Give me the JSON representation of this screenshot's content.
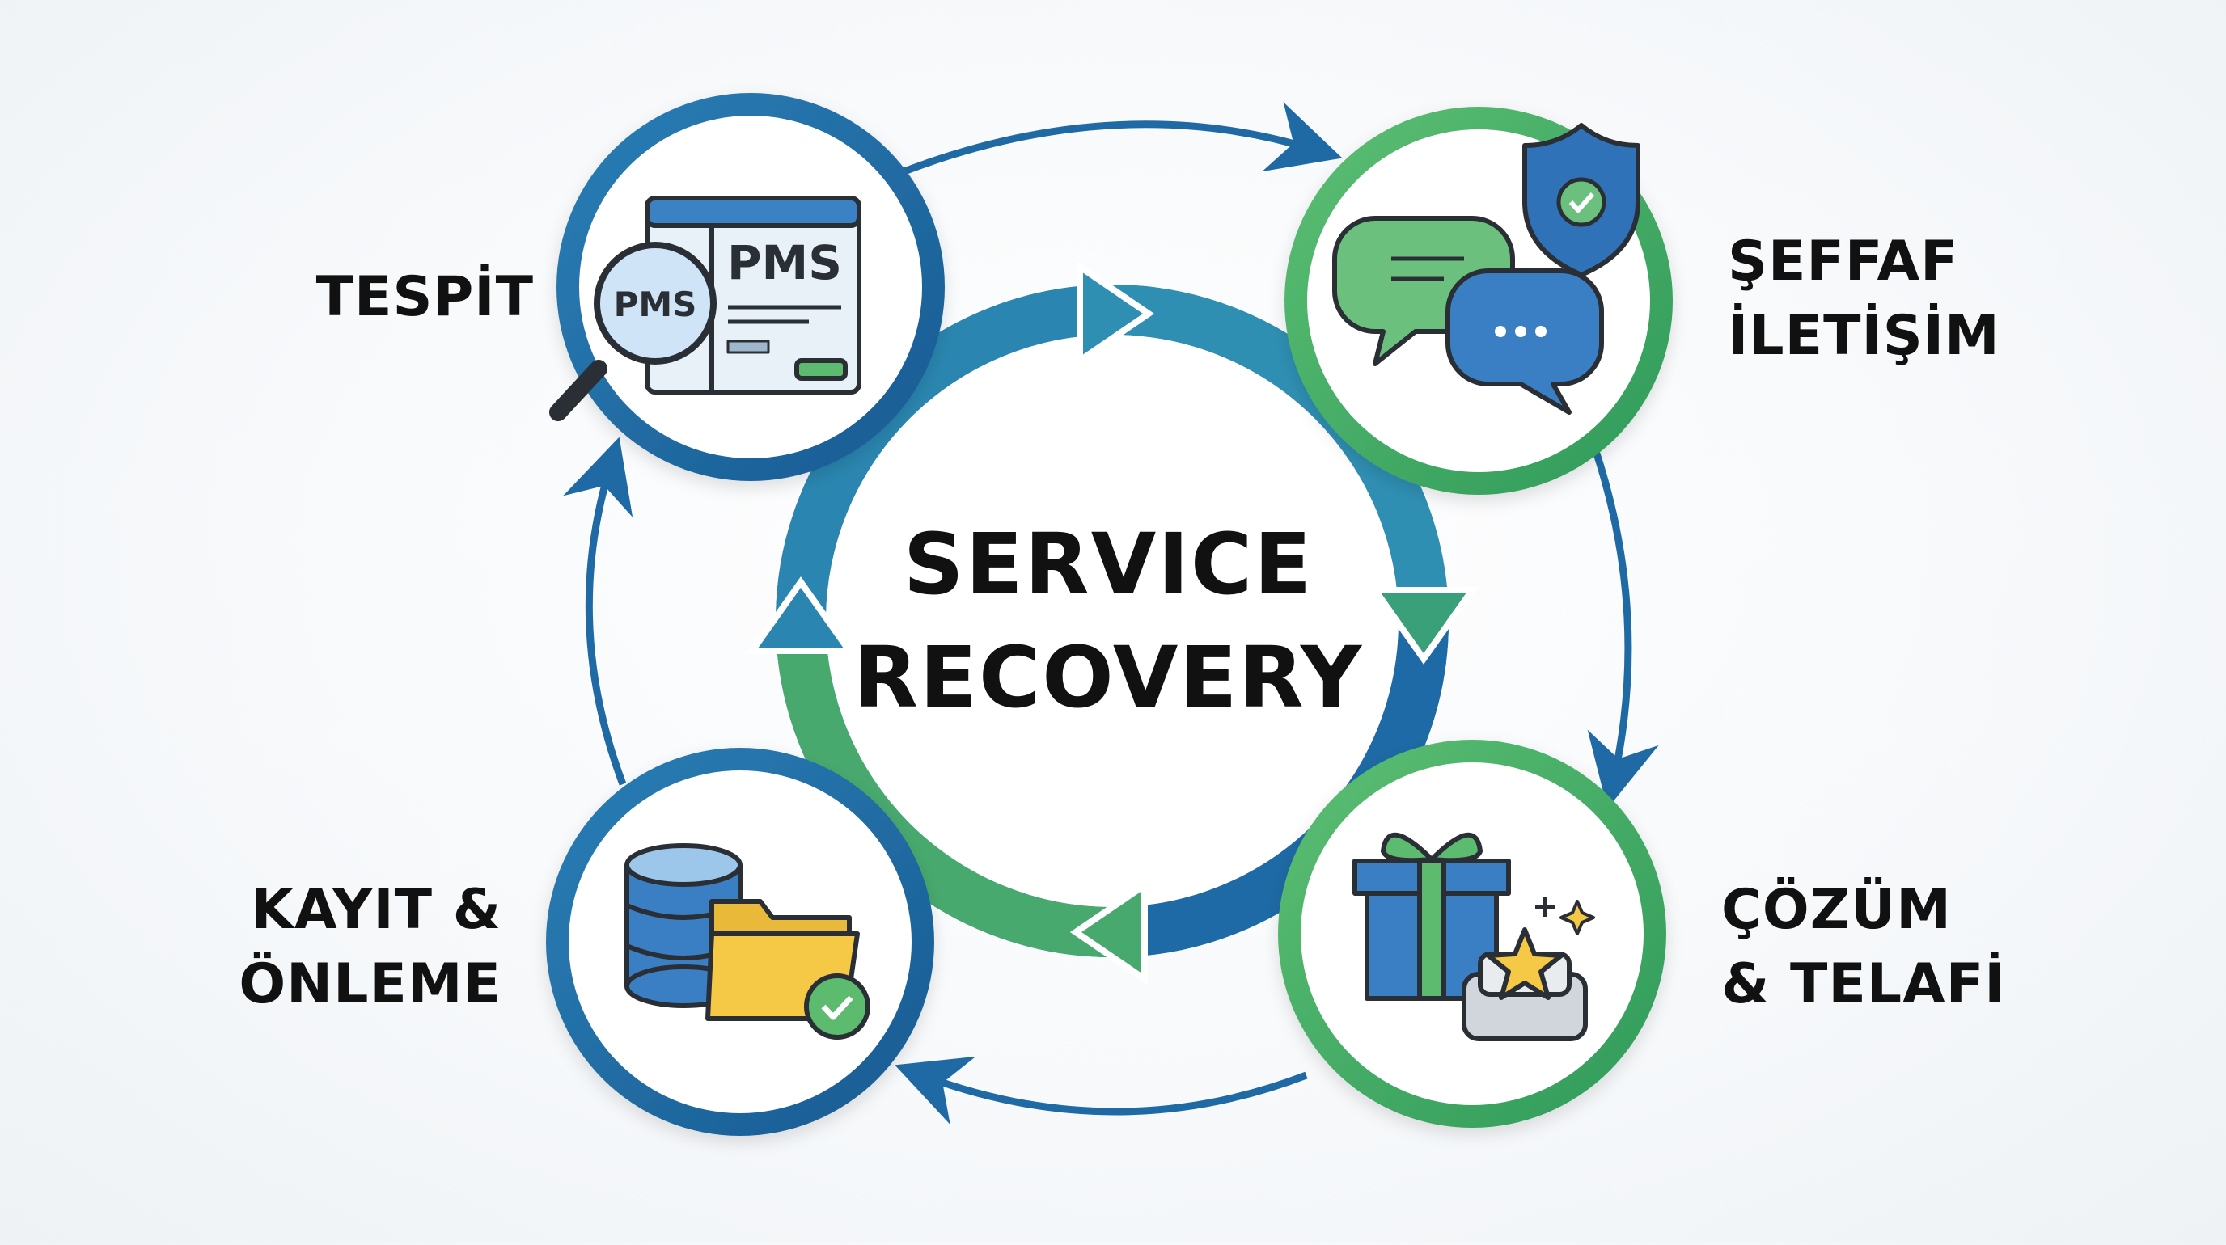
{
  "center": {
    "line1": "SERVICE",
    "line2": "RECOVERY"
  },
  "stages": {
    "tespit": {
      "label": "TESPİT",
      "icon": "pms-search-icon",
      "screen_text": "PMS",
      "lens_text": "PMS"
    },
    "seffaf": {
      "line1": "ŞEFFAF",
      "line2": "İLETİŞİM",
      "icon": "chat-shield-icon"
    },
    "cozum": {
      "line1": "ÇÖZÜM",
      "line2": "& TELAFİ",
      "icon": "gift-star-sofa-icon"
    },
    "kayit": {
      "line1": "KAYIT &",
      "line2": "ÖNLEME",
      "icon": "database-folder-icon"
    }
  },
  "colors": {
    "blue": "#1f6aa5",
    "blue_dark": "#17548a",
    "teal": "#2e8fb0",
    "green": "#42a866",
    "green_light": "#5dbb6f",
    "icon_outline": "#2a2f36",
    "yellow": "#f5c945"
  }
}
